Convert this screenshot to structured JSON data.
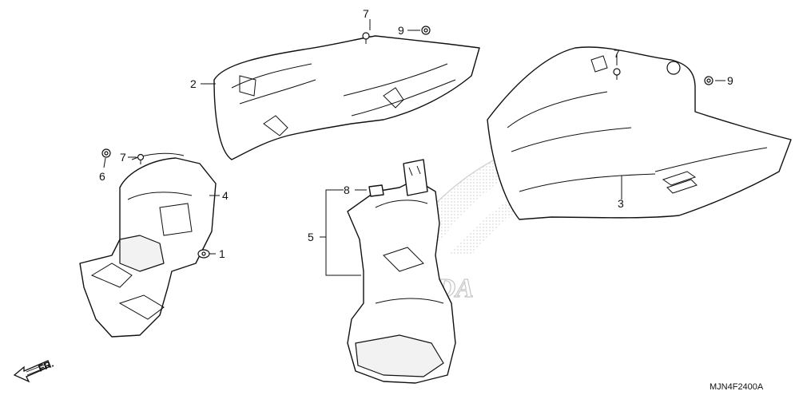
{
  "callouts": {
    "c1": "1",
    "c2": "2",
    "c3": "3",
    "c4": "4",
    "c5": "5",
    "c6": "6",
    "c7a": "7",
    "c7b": "7",
    "c7c": "7",
    "c8": "8",
    "c9a": "9",
    "c9b": "9"
  },
  "direction_label": "FR.",
  "diagram_code": "MJN4F2400A",
  "watermark_text": "HONDA"
}
